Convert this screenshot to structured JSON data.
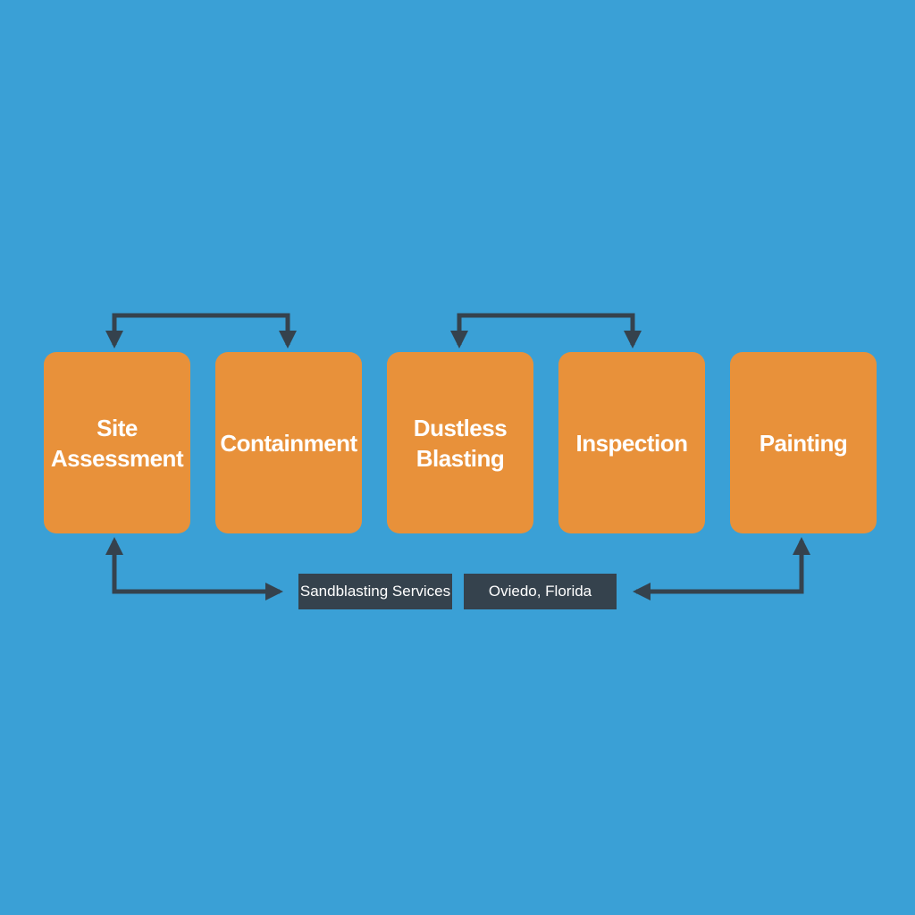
{
  "steps": [
    {
      "label": "Site Assessment"
    },
    {
      "label": "Containment"
    },
    {
      "label": "Dustless Blasting"
    },
    {
      "label": "Inspection"
    },
    {
      "label": "Painting"
    }
  ],
  "tags": {
    "service": "Sandblasting Services",
    "location": "Oviedo, Florida"
  },
  "colors": {
    "background": "#3aa0d6",
    "step_fill": "#e8913a",
    "arrow": "#35424d",
    "tag_fill": "#35424d",
    "text": "#ffffff"
  },
  "icons": {
    "connector": "bidirectional-arrow"
  }
}
